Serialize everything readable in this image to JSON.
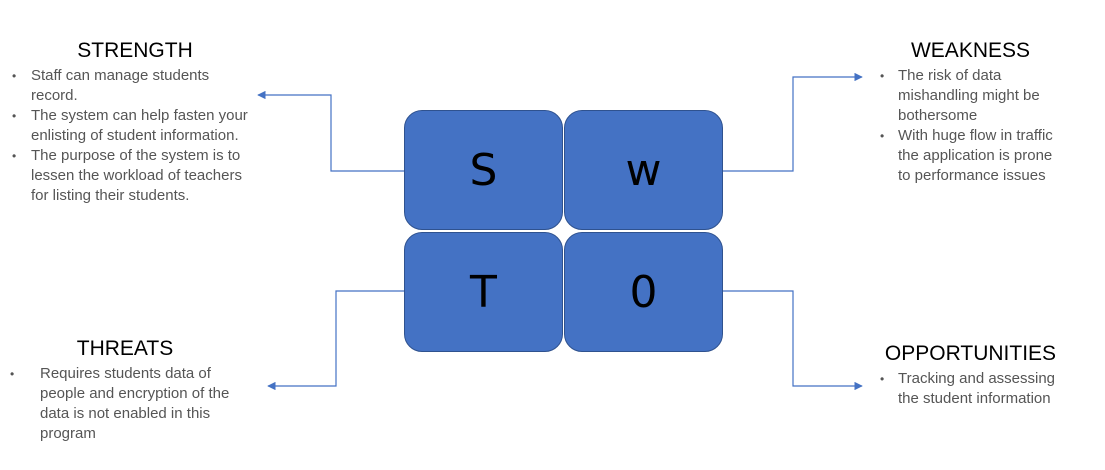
{
  "quadrants": {
    "s": "S",
    "w": "w",
    "t": "T",
    "o": "0"
  },
  "strength": {
    "heading": "STRENGTH",
    "items": [
      "Staff can manage students record.",
      "The system can help fasten your enlisting of student information.",
      "The purpose of the system is to lessen the workload of teachers for listing their students."
    ]
  },
  "weakness": {
    "heading": "WEAKNESS",
    "items": [
      "The risk of data mishandling might be bothersome",
      "With huge flow in traffic the application is prone to performance issues"
    ]
  },
  "threats": {
    "heading": "THREATS",
    "items": [
      "Requires students data of people and encryption of the data is not enabled in this program"
    ]
  },
  "opportunities": {
    "heading": "OPPORTUNITIES",
    "items": [
      "Tracking and assessing the student information"
    ]
  },
  "colors": {
    "box_fill": "#4472C4",
    "box_border": "#2F528F",
    "connector": "#4472C4"
  }
}
